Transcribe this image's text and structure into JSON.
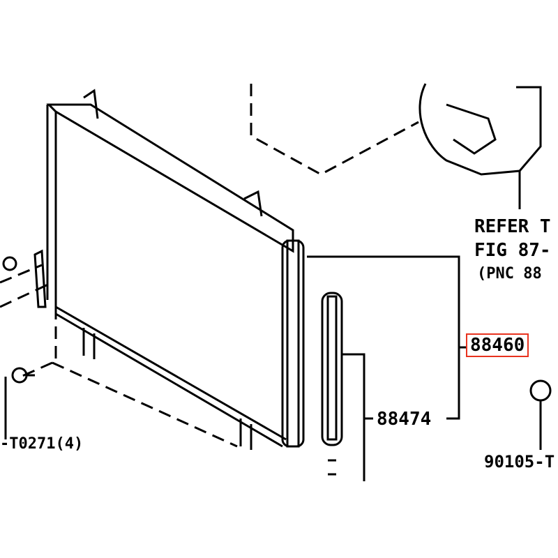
{
  "labels": {
    "refer_line1": "REFER T",
    "refer_line2": "FIG 87-",
    "refer_line3": "(PNC 88",
    "part_condenser": "88460",
    "part_receiver": "88474",
    "part_bolt_left": "-T0271(4)",
    "part_bolt_right": "90105-T"
  },
  "colors": {
    "highlight": "#e8321e",
    "line": "#000000"
  }
}
